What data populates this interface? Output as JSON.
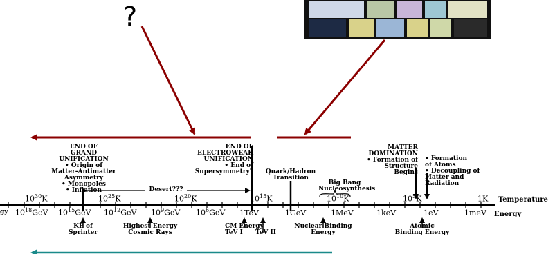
{
  "question_mark": "?",
  "labels": {
    "grand_unification": "END OF\nGRAND\nUNIFICATION\n• Origin of\nMatter-Antimatter\nAsymmetry\n• Monopoles\n• Inflation",
    "electroweak": "END OF\nELECTROWEAK\nUNIFICATION\n• End of\nSupersymmetry?",
    "quark_hadron": "Quark/Hadron\nTransition",
    "big_bang": "Big Bang\nNucleosynthesis",
    "matter_domination": "MATTER\nDOMINATION\n• Formation of\nStructure\nBegins",
    "formation_atoms": "• Formation\nof Atoms\n• Decoupling of\nMatter and\nRadiation",
    "desert": "Desert???"
  },
  "axis": {
    "temperature_label": "Temperature",
    "energy_label": "Energy",
    "energy_label_left_cut": "gy",
    "temperature_ticks": [
      {
        "base": "10",
        "exp": "30",
        "unit": "K"
      },
      {
        "base": "10",
        "exp": "25",
        "unit": "K"
      },
      {
        "base": "10",
        "exp": "20",
        "unit": "K"
      },
      {
        "base": "10",
        "exp": "15",
        "unit": "K"
      },
      {
        "base": "10",
        "exp": "10",
        "unit": "K"
      },
      {
        "base": "10",
        "exp": "5",
        "unit": "K"
      },
      {
        "base": "1",
        "exp": "",
        "unit": "K"
      }
    ],
    "energy_ticks": [
      {
        "base": "10",
        "exp": "18",
        "unit": "GeV"
      },
      {
        "base": "10",
        "exp": "15",
        "unit": "GeV"
      },
      {
        "base": "10",
        "exp": "12",
        "unit": "GeV"
      },
      {
        "base": "10",
        "exp": "9",
        "unit": "GeV"
      },
      {
        "base": "10",
        "exp": "6",
        "unit": "GeV"
      },
      {
        "base": "1",
        "exp": "",
        "unit": "TeV"
      },
      {
        "base": "1",
        "exp": "",
        "unit": "GeV"
      },
      {
        "base": "1",
        "exp": "",
        "unit": "MeV"
      },
      {
        "base": "1",
        "exp": "",
        "unit": "keV"
      },
      {
        "base": "1",
        "exp": "",
        "unit": "eV"
      },
      {
        "base": "1",
        "exp": "",
        "unit": "meV"
      }
    ]
  },
  "bottom_labels": {
    "ke_sprinter": "KE of\nSprinter",
    "cosmic_rays": "Highest Energy\nCosmic Rays",
    "cm_energy": "CM Energy",
    "tev1": "TeV I",
    "tev2": "TeV II",
    "nuclear_binding": "Nuclear Binding\nEnergy",
    "atomic_binding": "Atomic\nBinding Energy"
  },
  "colors": {
    "dark_red": "#8b0000",
    "teal": "#1a8a8a",
    "axis": "#000000"
  }
}
